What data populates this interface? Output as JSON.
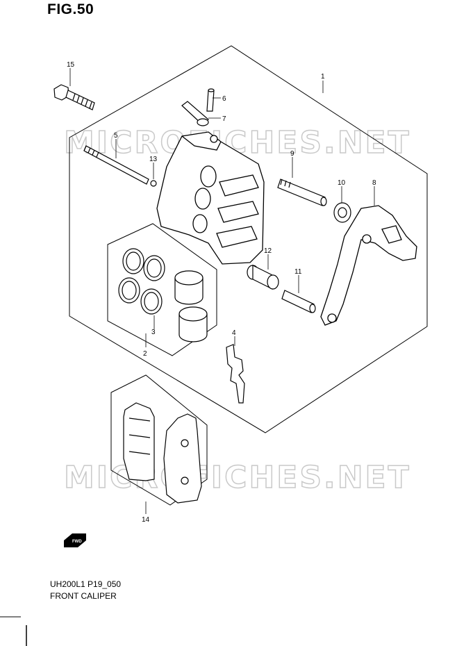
{
  "figure": {
    "title": "FIG.50",
    "model_code": "UH200L1 P19_050",
    "part_name": "FRONT CALIPER",
    "watermark": "MICROFICHES.NET",
    "fwd_label": "FWD"
  },
  "callouts": {
    "c1": "1",
    "c2": "2",
    "c3": "3",
    "c4": "4",
    "c5": "5",
    "c6": "6",
    "c7": "7",
    "c8": "8",
    "c9": "9",
    "c10": "10",
    "c11": "11",
    "c12": "12",
    "c13": "13",
    "c14": "14",
    "c15": "15"
  },
  "colors": {
    "line": "#000000",
    "watermark": "#c9c9c9",
    "background": "#ffffff"
  }
}
